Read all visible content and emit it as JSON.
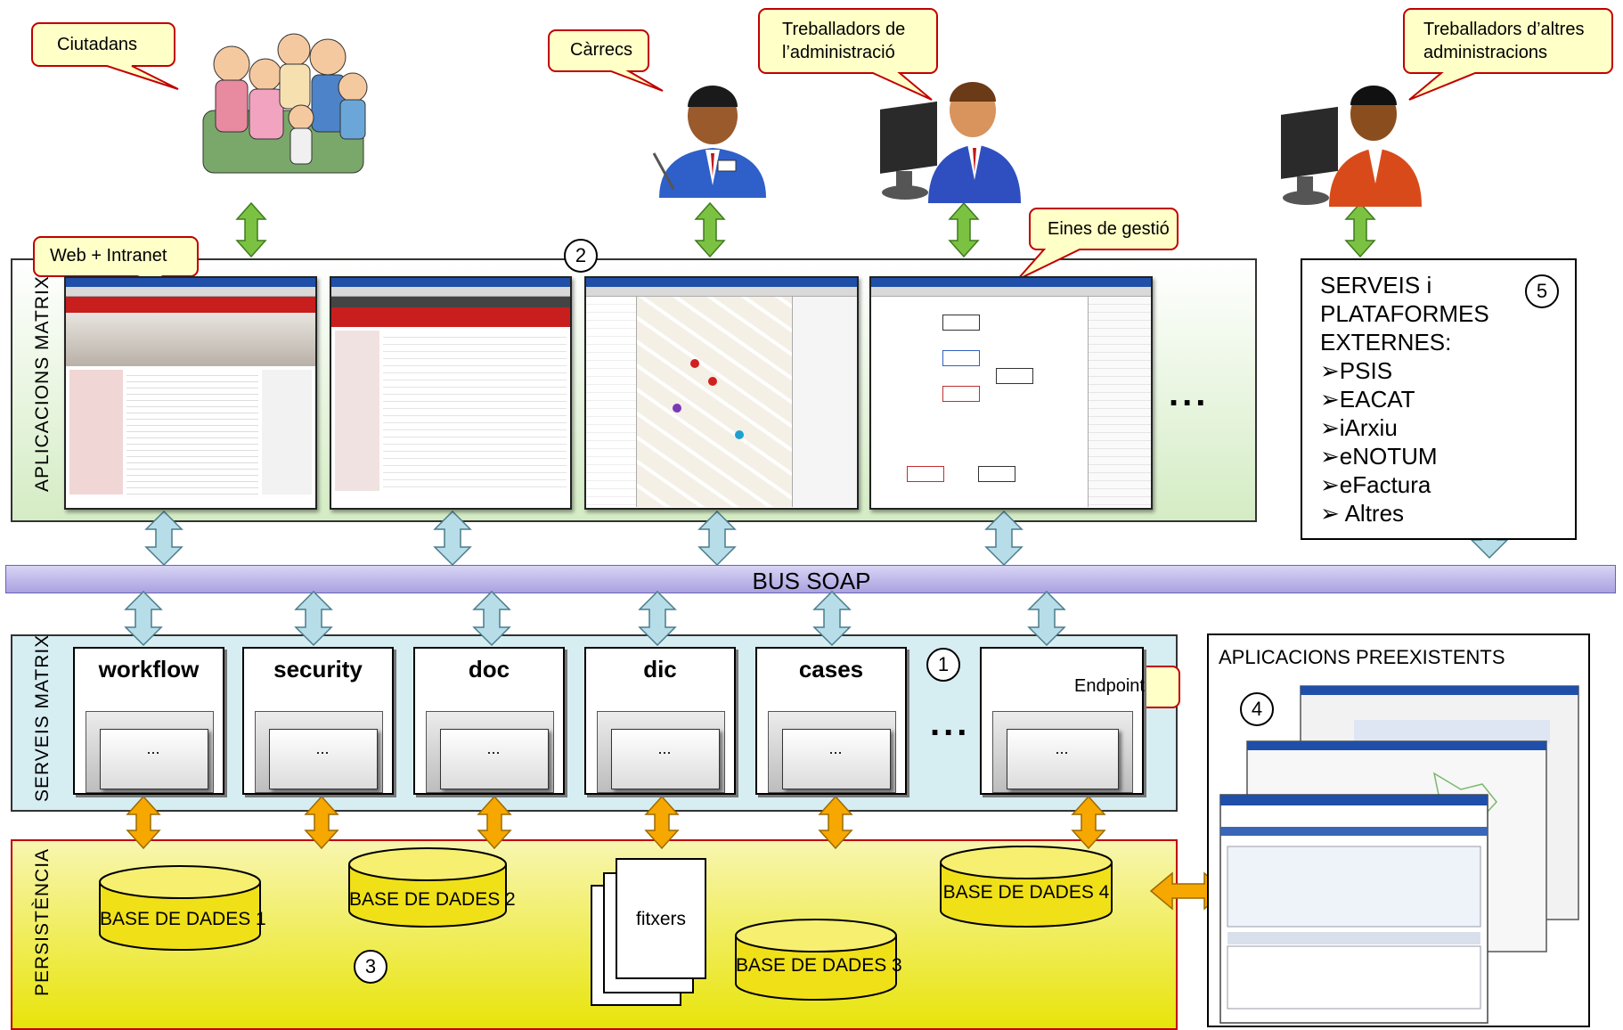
{
  "callouts": {
    "ciutadans": "Ciutadans",
    "carrecs": "Càrrecs",
    "treballadors_admin": [
      "Treballadors de",
      "l’administració"
    ],
    "treballadors_altres": [
      "Treballadors d’altres",
      "administracions"
    ],
    "web_intranet": "Web + Intranet",
    "eines_gestio": "Eines de gestió",
    "endpoint": "Endpoint"
  },
  "layers": {
    "aplicacions": "APLICACIONS MATRIX",
    "serveis": "SERVEIS MATRIX",
    "persistencia": "PERSISTÈNCIA"
  },
  "bus": "BUS SOAP",
  "services": [
    {
      "title": "workflow",
      "inner": "..."
    },
    {
      "title": "security",
      "inner": "..."
    },
    {
      "title": "doc",
      "inner": "..."
    },
    {
      "title": "dic",
      "inner": "..."
    },
    {
      "title": "cases",
      "inner": "..."
    },
    {
      "title": "",
      "inner": "..."
    }
  ],
  "ellipsis": "...",
  "databases": {
    "db1": "BASE DE DADES 1",
    "db2": "BASE DE DADES 2",
    "db3": "BASE DE DADES 3",
    "db4": "BASE DE DADES 4",
    "files": "fitxers"
  },
  "external": {
    "lines": [
      "SERVEIS i",
      "PLATAFORMES",
      "EXTERNES:",
      "➢PSIS",
      "➢EACAT",
      "➢iArxiu",
      "➢eNOTUM",
      "➢eFactura",
      "➢ Altres"
    ]
  },
  "preexistents": "APLICACIONS PREEXISTENTS",
  "numbers": {
    "n1": "1",
    "n2": "2",
    "n3": "3",
    "n4": "4",
    "n5": "5"
  },
  "colors": {
    "app_band": "#e8f5e0",
    "serv_band": "#d8eef2",
    "pers_band": "#f5f02a",
    "bus": "#b9b3ea",
    "callout": "#ffffc8",
    "green_arrow": "#7cc242",
    "blue_arrow": "#b7dde8",
    "orange_arrow": "#f6a800"
  }
}
